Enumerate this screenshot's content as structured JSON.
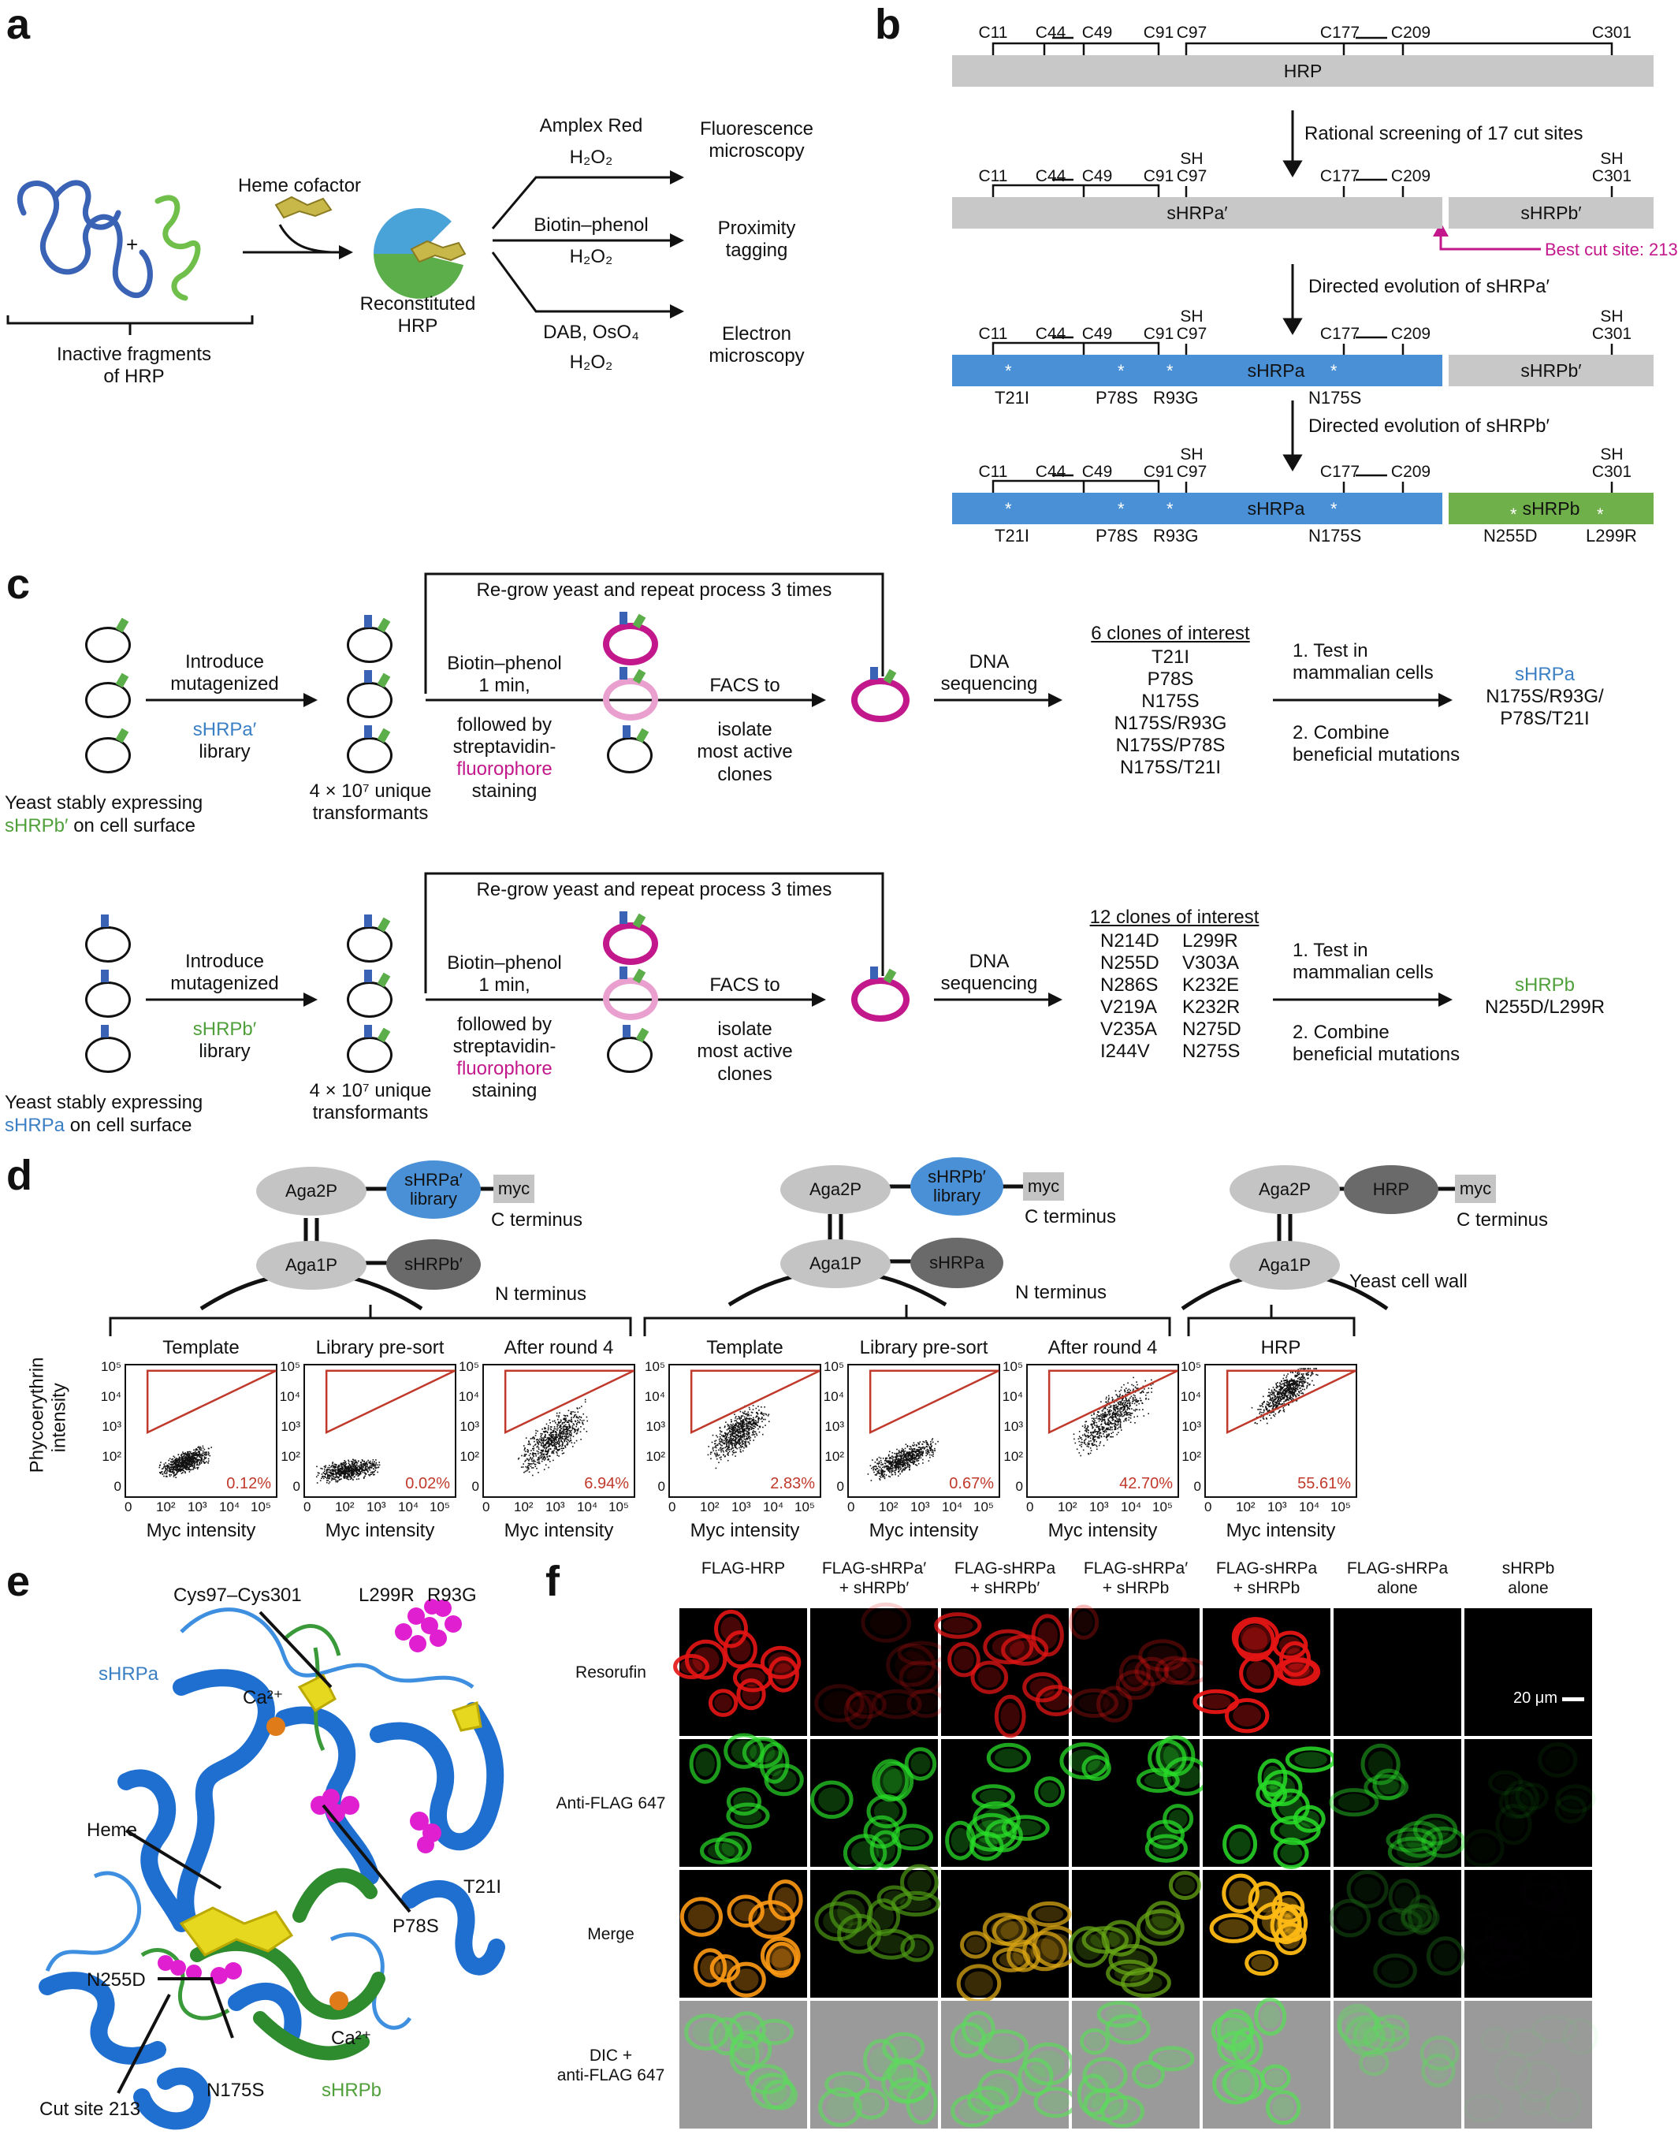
{
  "panel_letters": {
    "a": "a",
    "b": "b",
    "c": "c",
    "d": "d",
    "e": "e",
    "f": "f"
  },
  "panel_a": {
    "plus": "+",
    "fragments_label": "Inactive fragments\nof HRP",
    "heme_label": "Heme cofactor",
    "reconstituted": "Reconstituted\nHRP",
    "branches": [
      {
        "reagent": "Amplex Red",
        "oxidant": "H₂O₂",
        "result": "Fluorescence\nmicroscopy"
      },
      {
        "reagent": "Biotin–phenol",
        "oxidant": "H₂O₂",
        "result": "Proximity\ntagging"
      },
      {
        "reagent": "DAB, OsO₄",
        "oxidant": "H₂O₂",
        "result": "Electron\nmicroscopy"
      }
    ]
  },
  "panel_b": {
    "row1": {
      "bar_label": "HRP",
      "cys": [
        "C11",
        "C44",
        "C49",
        "C91",
        "C97",
        "C177",
        "C209",
        "C301"
      ]
    },
    "step1": "Rational screening of 17 cut sites",
    "row2": {
      "a_label": "sHRPa′",
      "b_label": "sHRPb′",
      "sh": "SH",
      "cys": [
        "C11",
        "C44",
        "C49",
        "C91",
        "C97",
        "C177",
        "C209",
        "C301"
      ]
    },
    "best_cut": "Best cut site: 213",
    "step2": "Directed evolution of sHRPa′",
    "row3": {
      "a_label": "sHRPa",
      "b_label": "sHRPb′",
      "muts": [
        "T21I",
        "P78S",
        "R93G",
        "N175S"
      ]
    },
    "step3": "Directed evolution of sHRPb′",
    "row4": {
      "a_label": "sHRPa",
      "b_label": "sHRPb",
      "muts": [
        "T21I",
        "P78S",
        "R93G",
        "N175S"
      ],
      "b_muts": [
        "N255D",
        "L299R"
      ]
    },
    "star": "*"
  },
  "panel_c": {
    "top": {
      "regrow": "Re-grow yeast and repeat process 3 times",
      "introduce": "Introduce\nmutagenized",
      "lib": "sHRPa′",
      "library_word": "library",
      "yeast": "Yeast stably expressing",
      "yeast_colored": "sHRPb′",
      "yeast_end": " on cell surface",
      "transformants": "4 × 10⁷ unique\ntransformants",
      "biotin": "Biotin–phenol\n1 min,",
      "followed": "followed by\nstreptavidin-",
      "fluorophore": "fluorophore",
      "staining": "staining",
      "facs": "FACS to",
      "isolate": "isolate\nmost active\nclones",
      "dna": "DNA\nsequencing",
      "clones_title": "6 clones of interest",
      "clones": [
        "T21I",
        "P78S",
        "N175S",
        "N175S/R93G",
        "N175S/P78S",
        "N175S/T21I"
      ],
      "test": "1. Test in\nmammalian cells",
      "combine": "2. Combine\nbeneficial mutations",
      "result_name": "sHRPa",
      "result_muts": "N175S/R93G/\nP78S/T21I"
    },
    "bottom": {
      "regrow": "Re-grow yeast and repeat process 3 times",
      "introduce": "Introduce\nmutagenized",
      "lib": "sHRPb′",
      "library_word": "library",
      "yeast": "Yeast stably expressing",
      "yeast_colored": "sHRPa",
      "yeast_end": " on cell surface",
      "transformants": "4 × 10⁷ unique\ntransformants",
      "biotin": "Biotin–phenol\n1 min,",
      "followed": "followed by\nstreptavidin-",
      "fluorophore": "fluorophore",
      "staining": "staining",
      "facs": "FACS to",
      "isolate": "isolate\nmost active\nclones",
      "dna": "DNA\nsequencing",
      "clones_title": "12 clones of interest",
      "clones_left": [
        "N214D",
        "N255D",
        "N286S",
        "V219A",
        "V235A",
        "I244V"
      ],
      "clones_right": [
        "L299R",
        "V303A",
        "K232E",
        "K232R",
        "N275D",
        "N275S"
      ],
      "test": "1. Test in\nmammalian cells",
      "combine": "2. Combine\nbeneficial mutations",
      "result_name": "sHRPb",
      "result_muts": "N255D/L299R"
    }
  },
  "panel_d": {
    "constructs": [
      {
        "top": "Aga2P",
        "lib": "sHRPa′\nlibrary",
        "myc": "myc",
        "cterm": "C terminus",
        "bottom": "Aga1P",
        "partner": "sHRPb′",
        "nterm": "N terminus"
      },
      {
        "top": "Aga2P",
        "lib": "sHRPb′\nlibrary",
        "myc": "myc",
        "cterm": "C terminus",
        "bottom": "Aga1P",
        "partner": "sHRPa",
        "nterm": "N terminus"
      },
      {
        "top": "Aga2P",
        "lib": "HRP",
        "myc": "myc",
        "cterm": "C terminus",
        "bottom": "Aga1P",
        "wall": "Yeast cell wall"
      }
    ],
    "ylabel": "Phycoerythrin\nintensity",
    "xlabel": "Myc intensity",
    "yticks": [
      "10⁵",
      "10⁴",
      "10³",
      "10²",
      "0"
    ],
    "xticks": [
      "0",
      "10²",
      "10³",
      "10⁴",
      "10⁵"
    ],
    "plots": [
      {
        "title": "Template",
        "pct": "0.12%"
      },
      {
        "title": "Library pre-sort",
        "pct": "0.02%"
      },
      {
        "title": "After round 4",
        "pct": "6.94%"
      },
      {
        "title": "Template",
        "pct": "2.83%"
      },
      {
        "title": "Library pre-sort",
        "pct": "0.67%"
      },
      {
        "title": "After round 4",
        "pct": "42.70%"
      },
      {
        "title": "HRP",
        "pct": "55.61%"
      }
    ]
  },
  "panel_e": {
    "labels": {
      "cys": "Cys97–Cys301",
      "l299r": "L299R",
      "r93g": "R93G",
      "shrpa": "sHRPa",
      "ca1": "Ca²⁺",
      "heme": "Heme",
      "t21i": "T21I",
      "n255d": "N255D",
      "p78s": "P78S",
      "ca2": "Ca²⁺",
      "n175s": "N175S",
      "cut": "Cut site 213",
      "shrpb": "sHRPb"
    }
  },
  "panel_f": {
    "columns": [
      "FLAG-HRP",
      "FLAG-sHRPa′\n+ sHRPb′",
      "FLAG-sHRPa\n+ sHRPb′",
      "FLAG-sHRPa′\n+ sHRPb",
      "FLAG-sHRPa\n+ sHRPb",
      "FLAG-sHRPa\nalone",
      "sHRPb\nalone"
    ],
    "rows": [
      "Resorufin",
      "Anti-FLAG 647",
      "Merge",
      "DIC +\nanti-FLAG 647"
    ],
    "scale": "20 μm",
    "intensity": {
      "red": [
        0.9,
        0.2,
        0.75,
        0.3,
        0.95,
        0.0,
        0.0
      ],
      "green": [
        0.7,
        0.7,
        0.75,
        0.75,
        0.85,
        0.45,
        0.08
      ]
    }
  }
}
